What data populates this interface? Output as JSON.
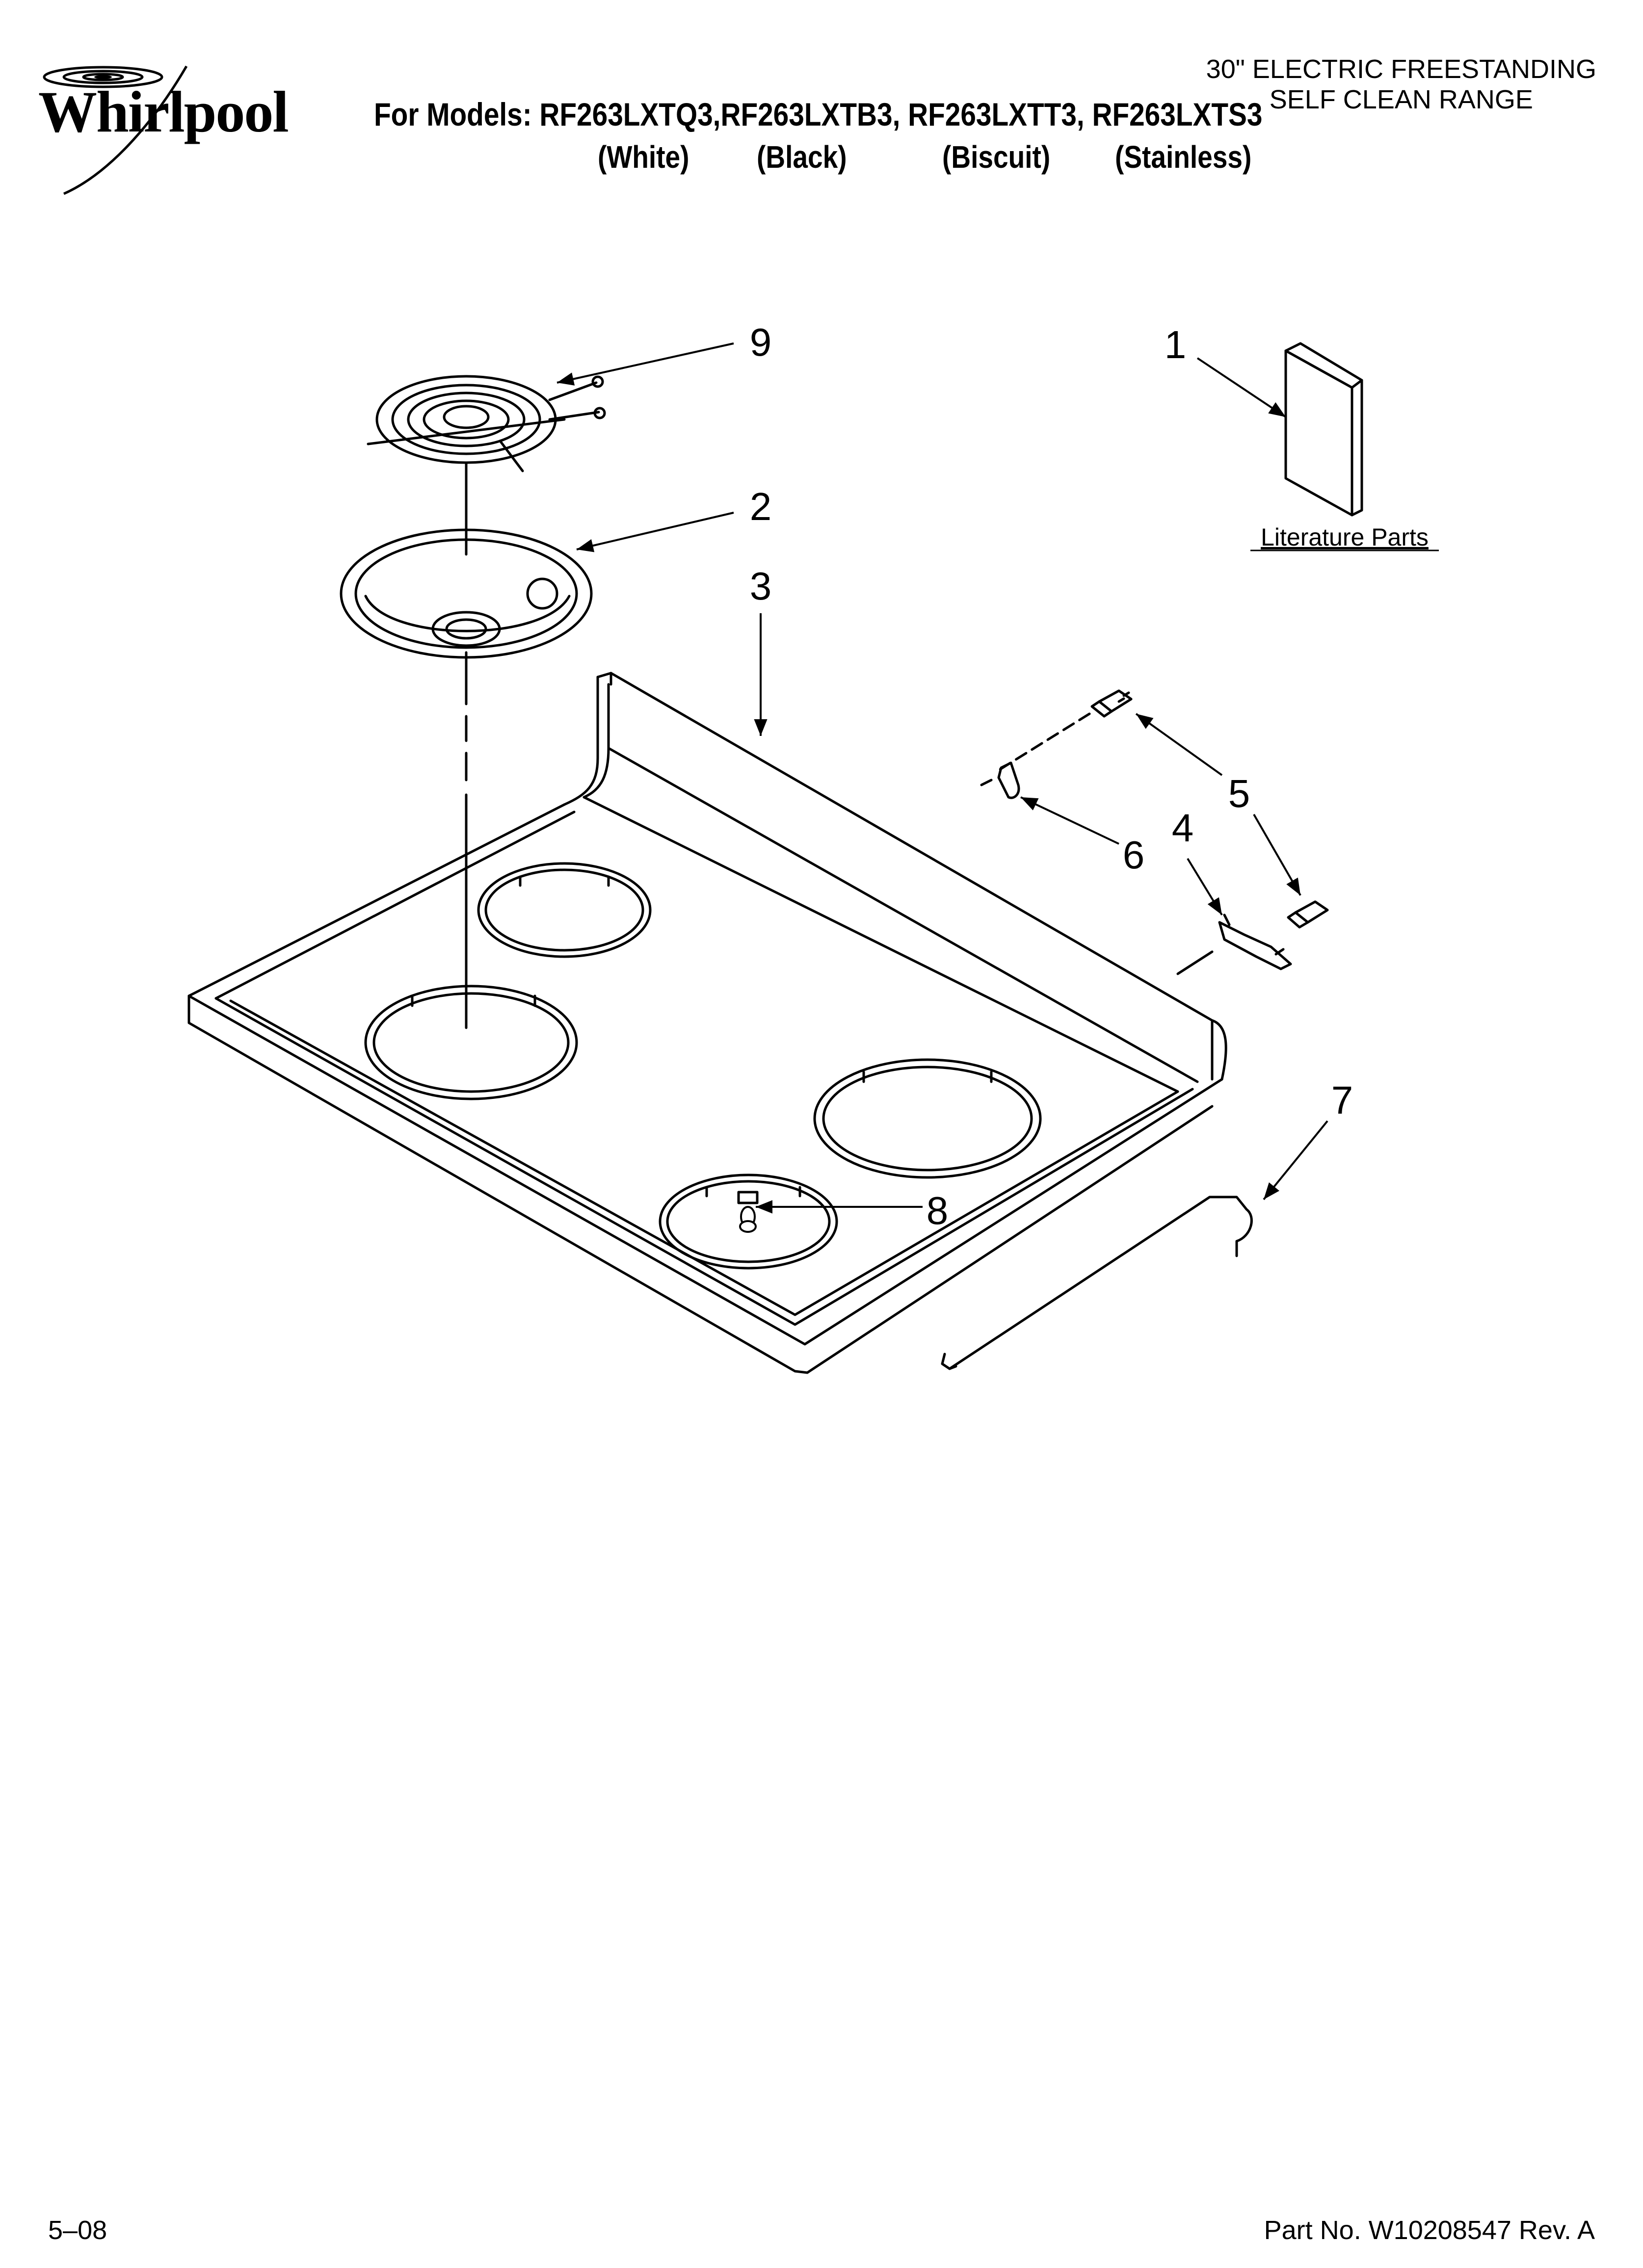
{
  "brand": {
    "name": "Whirlpool"
  },
  "header": {
    "models_line": "For Models: RF263LXTQ3,RF263LXTB3, RF263LXTT3, RF263LXTS3",
    "finishes": [
      "(White)",
      "(Black)",
      "(Biscuit)",
      "(Stainless)"
    ],
    "product_line1": "30\" ELECTRIC FREESTANDING",
    "product_line2": "SELF CLEAN RANGE"
  },
  "callouts": {
    "c1": "1",
    "c2": "2",
    "c3": "3",
    "c4": "4",
    "c5": "5",
    "c6": "6",
    "c7": "7",
    "c8": "8",
    "c9": "9"
  },
  "literature_label": "Literature Parts",
  "footer": {
    "date": "5–08",
    "part_number": "Part No. W10208547 Rev. A"
  },
  "colors": {
    "ink": "#000000",
    "paper": "#ffffff"
  }
}
